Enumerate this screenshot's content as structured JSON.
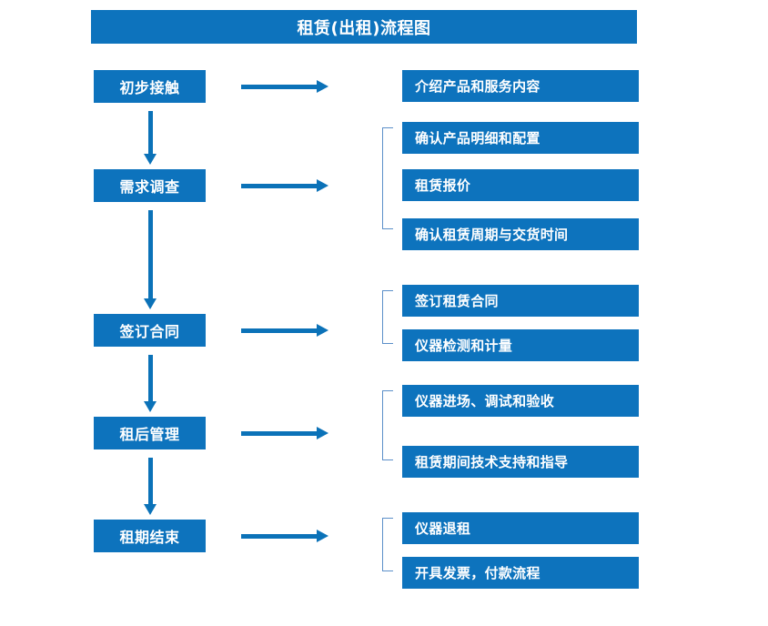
{
  "chart": {
    "title": "租赁(出租)流程图",
    "accent_color": "#0d73bd",
    "arrow_color": "#0b72b8",
    "bracket_color": "#5b8fc9",
    "text_color": "#ffffff"
  },
  "stages": [
    {
      "label": "初步接触",
      "has_bracket": false,
      "details": [
        {
          "label": "介绍产品和服务内容"
        }
      ]
    },
    {
      "label": "需求调查",
      "has_bracket": true,
      "details": [
        {
          "label": "确认产品明细和配置"
        },
        {
          "label": "租赁报价"
        },
        {
          "label": "确认租赁周期与交货时间"
        }
      ]
    },
    {
      "label": "签订合同",
      "has_bracket": true,
      "details": [
        {
          "label": "签订租赁合同"
        },
        {
          "label": "仪器检测和计量"
        }
      ]
    },
    {
      "label": "租后管理",
      "has_bracket": true,
      "details": [
        {
          "label": "仪器进场、调试和验收"
        },
        {
          "label": "租赁期间技术支持和指导"
        }
      ]
    },
    {
      "label": "租期结束",
      "has_bracket": true,
      "details": [
        {
          "label": "仪器退租"
        },
        {
          "label": "开具发票，付款流程"
        }
      ]
    }
  ],
  "layout": {
    "stage_tops": [
      77,
      186,
      345,
      458,
      571
    ],
    "detail_tops": [
      [
        77
      ],
      [
        134,
        186,
        240
      ],
      [
        313,
        362
      ],
      [
        423,
        490
      ],
      [
        563,
        612
      ]
    ],
    "bracket_bounds": [
      null,
      [
        140,
        252
      ],
      [
        319,
        378
      ],
      [
        429,
        506
      ],
      [
        569,
        628
      ]
    ],
    "v_arrow_spans": [
      [
        122,
        181
      ],
      [
        231,
        340
      ],
      [
        390,
        453
      ],
      [
        503,
        566
      ]
    ]
  }
}
